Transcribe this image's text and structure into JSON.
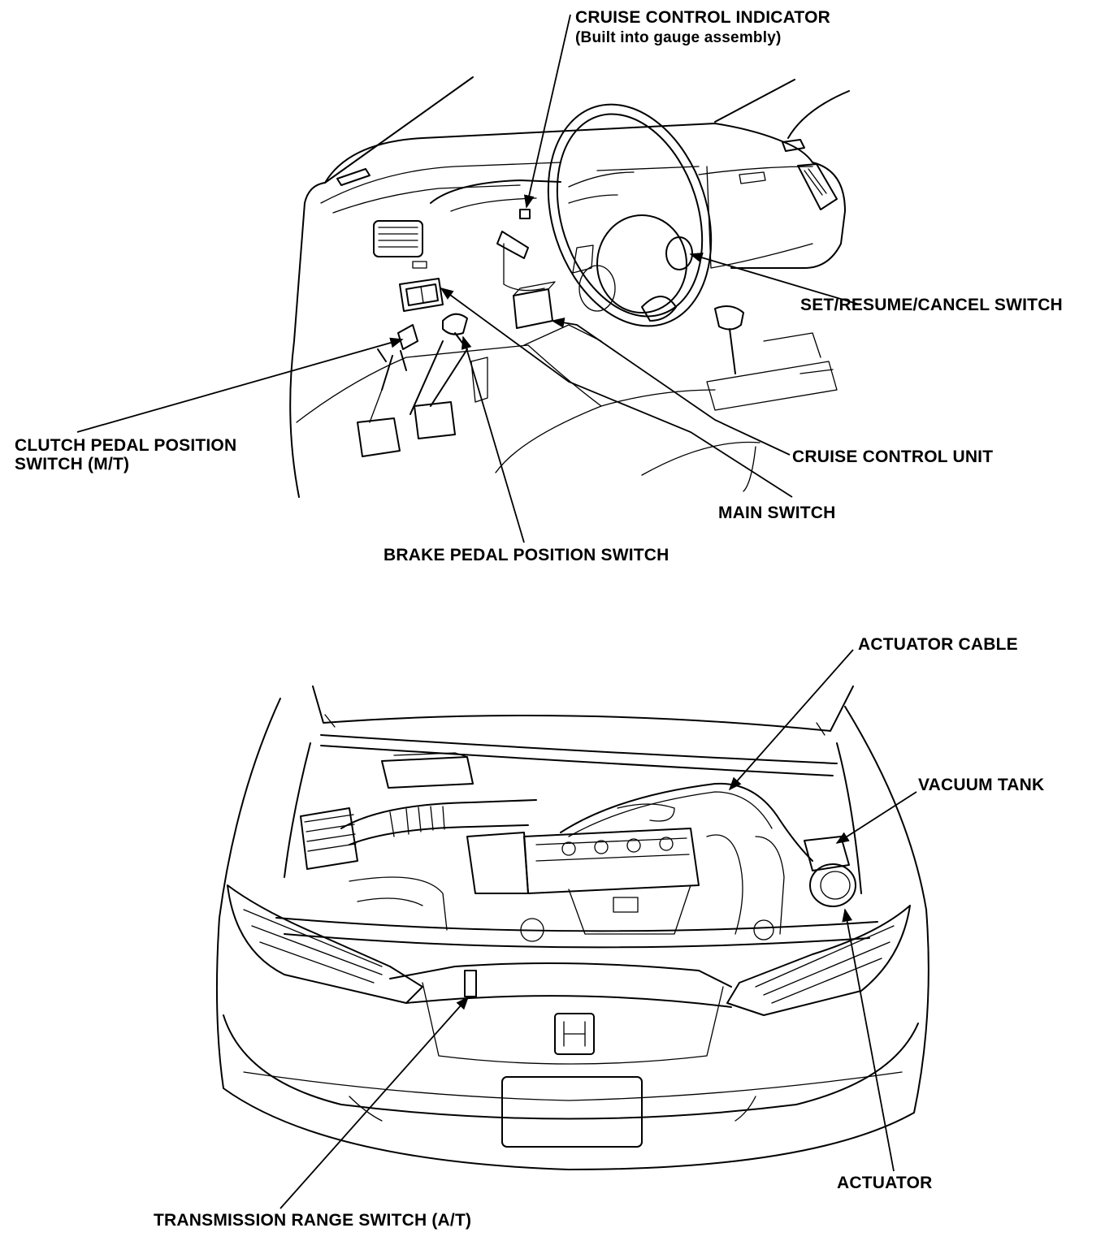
{
  "labels": {
    "cruise_indicator": "CRUISE CONTROL INDICATOR",
    "cruise_indicator_note": "(Built into gauge assembly)",
    "set_resume_cancel": "SET/RESUME/CANCEL SWITCH",
    "clutch_switch_line1": "CLUTCH PEDAL POSITION",
    "clutch_switch_line2": "SWITCH (M/T)",
    "cruise_unit": "CRUISE CONTROL UNIT",
    "main_switch": "MAIN SWITCH",
    "brake_switch": "BRAKE PEDAL POSITION SWITCH",
    "actuator_cable": "ACTUATOR CABLE",
    "vacuum_tank": "VACUUM TANK",
    "actuator": "ACTUATOR",
    "transmission_switch": "TRANSMISSION RANGE SWITCH (A/T)"
  }
}
